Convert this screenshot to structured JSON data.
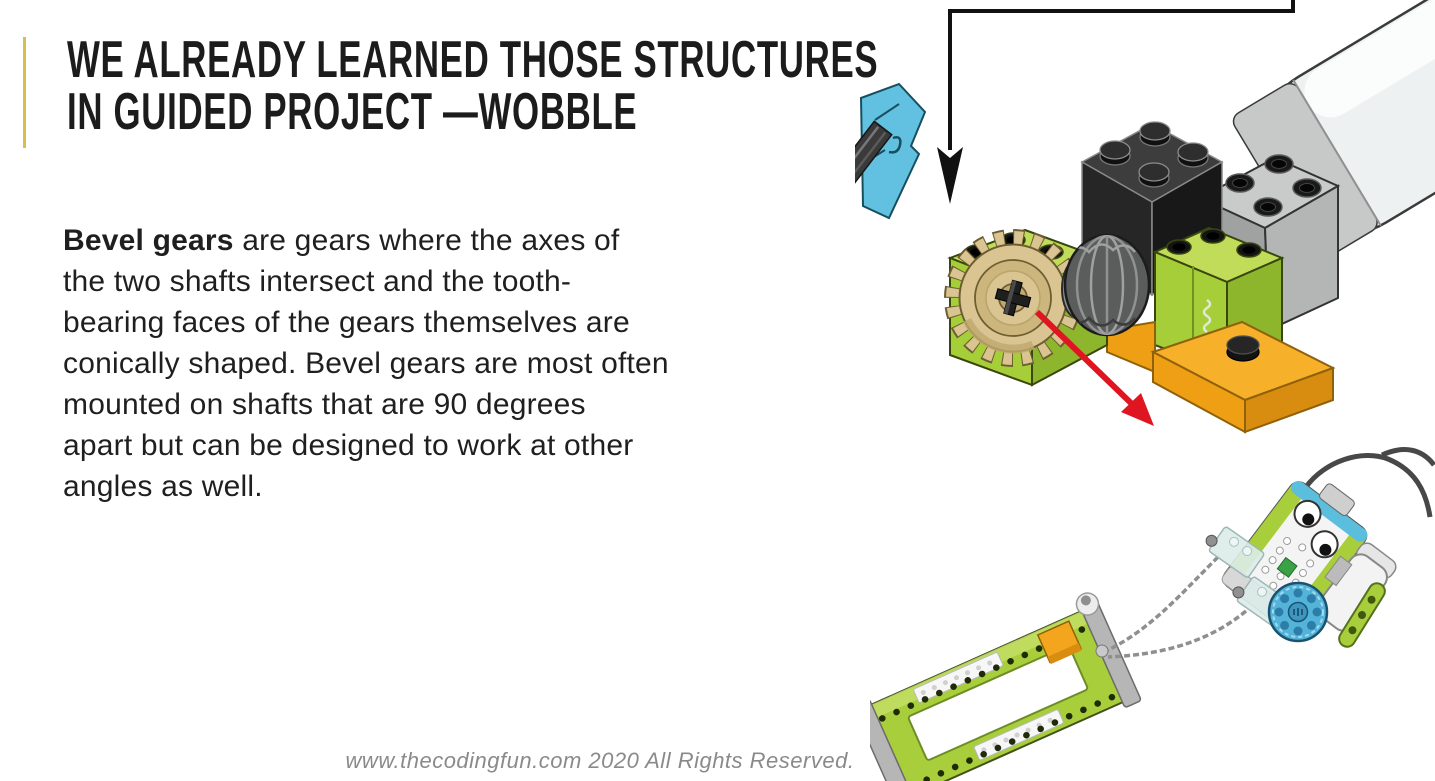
{
  "slide": {
    "background_color": "#ffffff",
    "accent_bar": {
      "color": "#d9bd4e"
    },
    "title": {
      "lines": [
        "WE ALREADY LEARNED THOSE STRUCTURES",
        "IN GUIDED PROJECT —WOBBLE"
      ],
      "color": "#1c1c1c"
    },
    "body": {
      "bold_lead": "Bevel gears ",
      "lines": [
        "are gears where the axes of",
        "the two shafts intersect and the tooth-",
        "bearing faces of the gears themselves are",
        "conically shaped. Bevel gears are most often",
        "mounted on shafts that are 90 degrees",
        "apart but can be designed to work at other",
        "angles as well."
      ],
      "color": "#1f1f1f"
    },
    "footer": {
      "text": "www.thecodingfun.com 2020 All Rights Reserved.",
      "color": "#8a8a8a"
    },
    "figures": {
      "gear_closeup": {
        "label": "bevel-gear-closeup",
        "palette": {
          "lime": "#a6ce39",
          "lime_light": "#c0dc58",
          "lime_dark": "#8db62c",
          "tan": "#d9c492",
          "tan_dark": "#6d5e31",
          "orange": "#f3a51d",
          "cyan": "#62c1e0",
          "motor_gray": "#c6c9c8",
          "black_brick": "#3a3a3a",
          "red_arrow": "#e01522",
          "callout_black": "#111111"
        }
      },
      "wobble_model": {
        "label": "wedo-wobble-model",
        "palette": {
          "lime": "#a8cf3b",
          "blue": "#54b3d8",
          "orange": "#f3a51d",
          "rail_gray": "#b6b6b6",
          "chain_gray": "#8f8f8f",
          "cable_gray": "#484848"
        }
      }
    }
  }
}
